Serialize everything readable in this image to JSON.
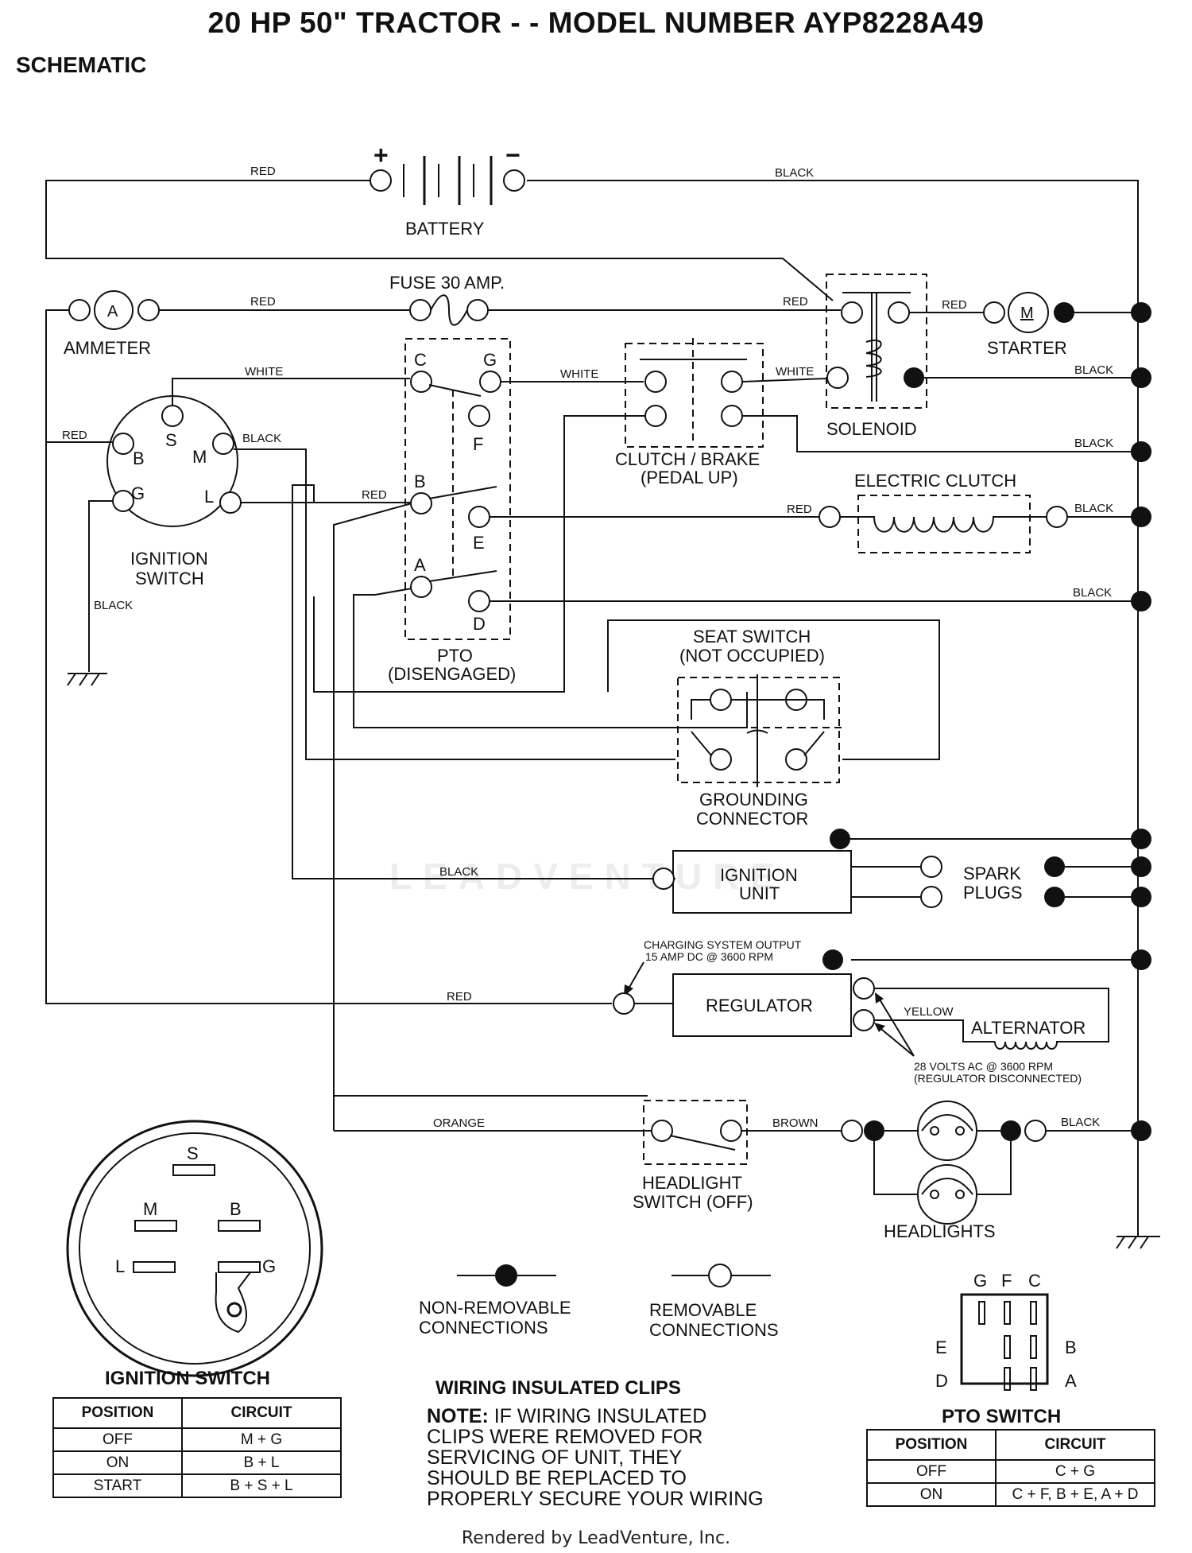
{
  "title": "20 HP 50\" TRACTOR - - MODEL NUMBER AYP8228A49",
  "subtitle": "SCHEMATIC",
  "components": {
    "battery": "BATTERY",
    "battery_plus": "+",
    "battery_minus": "−",
    "fuse": "FUSE 30 AMP.",
    "ammeter": "AMMETER",
    "ammeter_symbol": "A",
    "starter": "STARTER",
    "starter_symbol": "M",
    "solenoid": "SOLENOID",
    "clutch_brake_1": "CLUTCH / BRAKE",
    "clutch_brake_2": "(PEDAL UP)",
    "electric_clutch": "ELECTRIC CLUTCH",
    "ignition_switch_1": "IGNITION",
    "ignition_switch_2": "SWITCH",
    "pto_1": "PTO",
    "pto_2": "(DISENGAGED)",
    "seat_switch_1": "SEAT SWITCH",
    "seat_switch_2": "(NOT OCCUPIED)",
    "grounding_1": "GROUNDING",
    "grounding_2": "CONNECTOR",
    "ignition_unit_1": "IGNITION",
    "ignition_unit_2": "UNIT",
    "spark_plugs_1": "SPARK",
    "spark_plugs_2": "PLUGS",
    "charging_1": "CHARGING SYSTEM OUTPUT",
    "charging_2": "15 AMP DC @ 3600 RPM",
    "regulator": "REGULATOR",
    "alternator": "ALTERNATOR",
    "alt_note_1": "28 VOLTS AC @ 3600 RPM",
    "alt_note_2": "(REGULATOR DISCONNECTED)",
    "headlight_switch_1": "HEADLIGHT",
    "headlight_switch_2": "SWITCH (OFF)",
    "headlights": "HEADLIGHTS"
  },
  "wire_colors": {
    "red": "RED",
    "black": "BLACK",
    "white": "WHITE",
    "yellow": "YELLOW",
    "orange": "ORANGE",
    "brown": "BROWN"
  },
  "terminals": {
    "ignition": [
      "S",
      "B",
      "M",
      "G",
      "L"
    ],
    "pto": [
      "C",
      "G",
      "F",
      "B",
      "E",
      "A",
      "D"
    ]
  },
  "legend": {
    "non_removable_1": "NON-REMOVABLE",
    "non_removable_2": "CONNECTIONS",
    "removable_1": "REMOVABLE",
    "removable_2": "CONNECTIONS"
  },
  "ignition_switch_table": {
    "caption": "IGNITION SWITCH",
    "headers": [
      "POSITION",
      "CIRCUIT"
    ],
    "rows": [
      [
        "OFF",
        "M + G"
      ],
      [
        "ON",
        "B + L"
      ],
      [
        "START",
        "B + S + L"
      ]
    ]
  },
  "pto_switch_table": {
    "caption": "PTO SWITCH",
    "headers": [
      "POSITION",
      "CIRCUIT"
    ],
    "rows": [
      [
        "OFF",
        "C + G"
      ],
      [
        "ON",
        "C + F, B + E, A + D"
      ]
    ]
  },
  "pto_connector_labels": {
    "top": [
      "G",
      "F",
      "C"
    ],
    "left": [
      "E",
      "D"
    ],
    "right": [
      "B",
      "A"
    ]
  },
  "note": {
    "heading": "WIRING INSULATED CLIPS",
    "prefix": "NOTE:",
    "lines": [
      "IF WIRING INSULATED",
      "CLIPS WERE REMOVED FOR",
      "SERVICING OF UNIT, THEY",
      "SHOULD BE REPLACED TO",
      "PROPERLY SECURE YOUR WIRING"
    ]
  },
  "watermark": "LEADVENTURE",
  "footer": "Rendered by LeadVenture, Inc."
}
